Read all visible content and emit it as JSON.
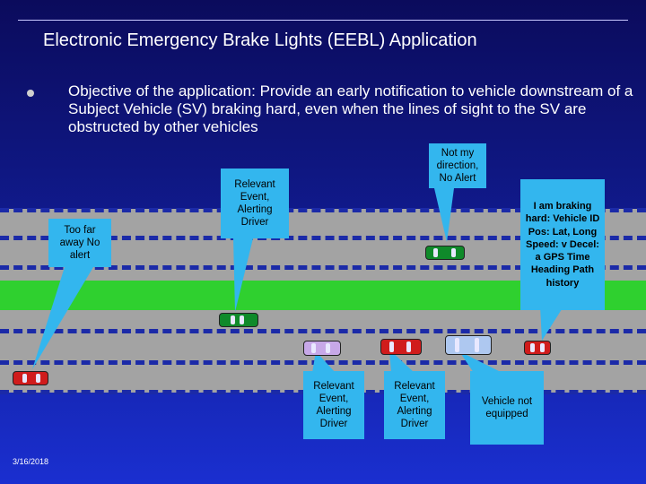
{
  "slide": {
    "title": "Electronic Emergency Brake Lights  (EEBL) Application",
    "objective": "Objective of the application: Provide an early notification to vehicle downstream of a Subject Vehicle (SV) braking hard, even when the lines of sight to the SV are obstructed by other vehicles",
    "date": "3/16/2018"
  },
  "callouts": {
    "too_far": "Too far away No alert",
    "relevant_top": "Relevant Event, Alerting Driver",
    "not_my_direction": "Not my direction, No Alert",
    "braking": "I am braking hard: Vehicle ID Pos: Lat, Long Speed: v Decel: a GPS Time Heading Path history",
    "relevant_bottom_1": "Relevant Event, Alerting Driver",
    "relevant_bottom_2": "Relevant Event, Alerting Driver",
    "not_equipped": "Vehicle not equipped"
  },
  "colors": {
    "road": "#a3a3a3",
    "median": "#2fd02f",
    "callout": "#33b6ee",
    "lane_marking": "#1b2aa8"
  }
}
